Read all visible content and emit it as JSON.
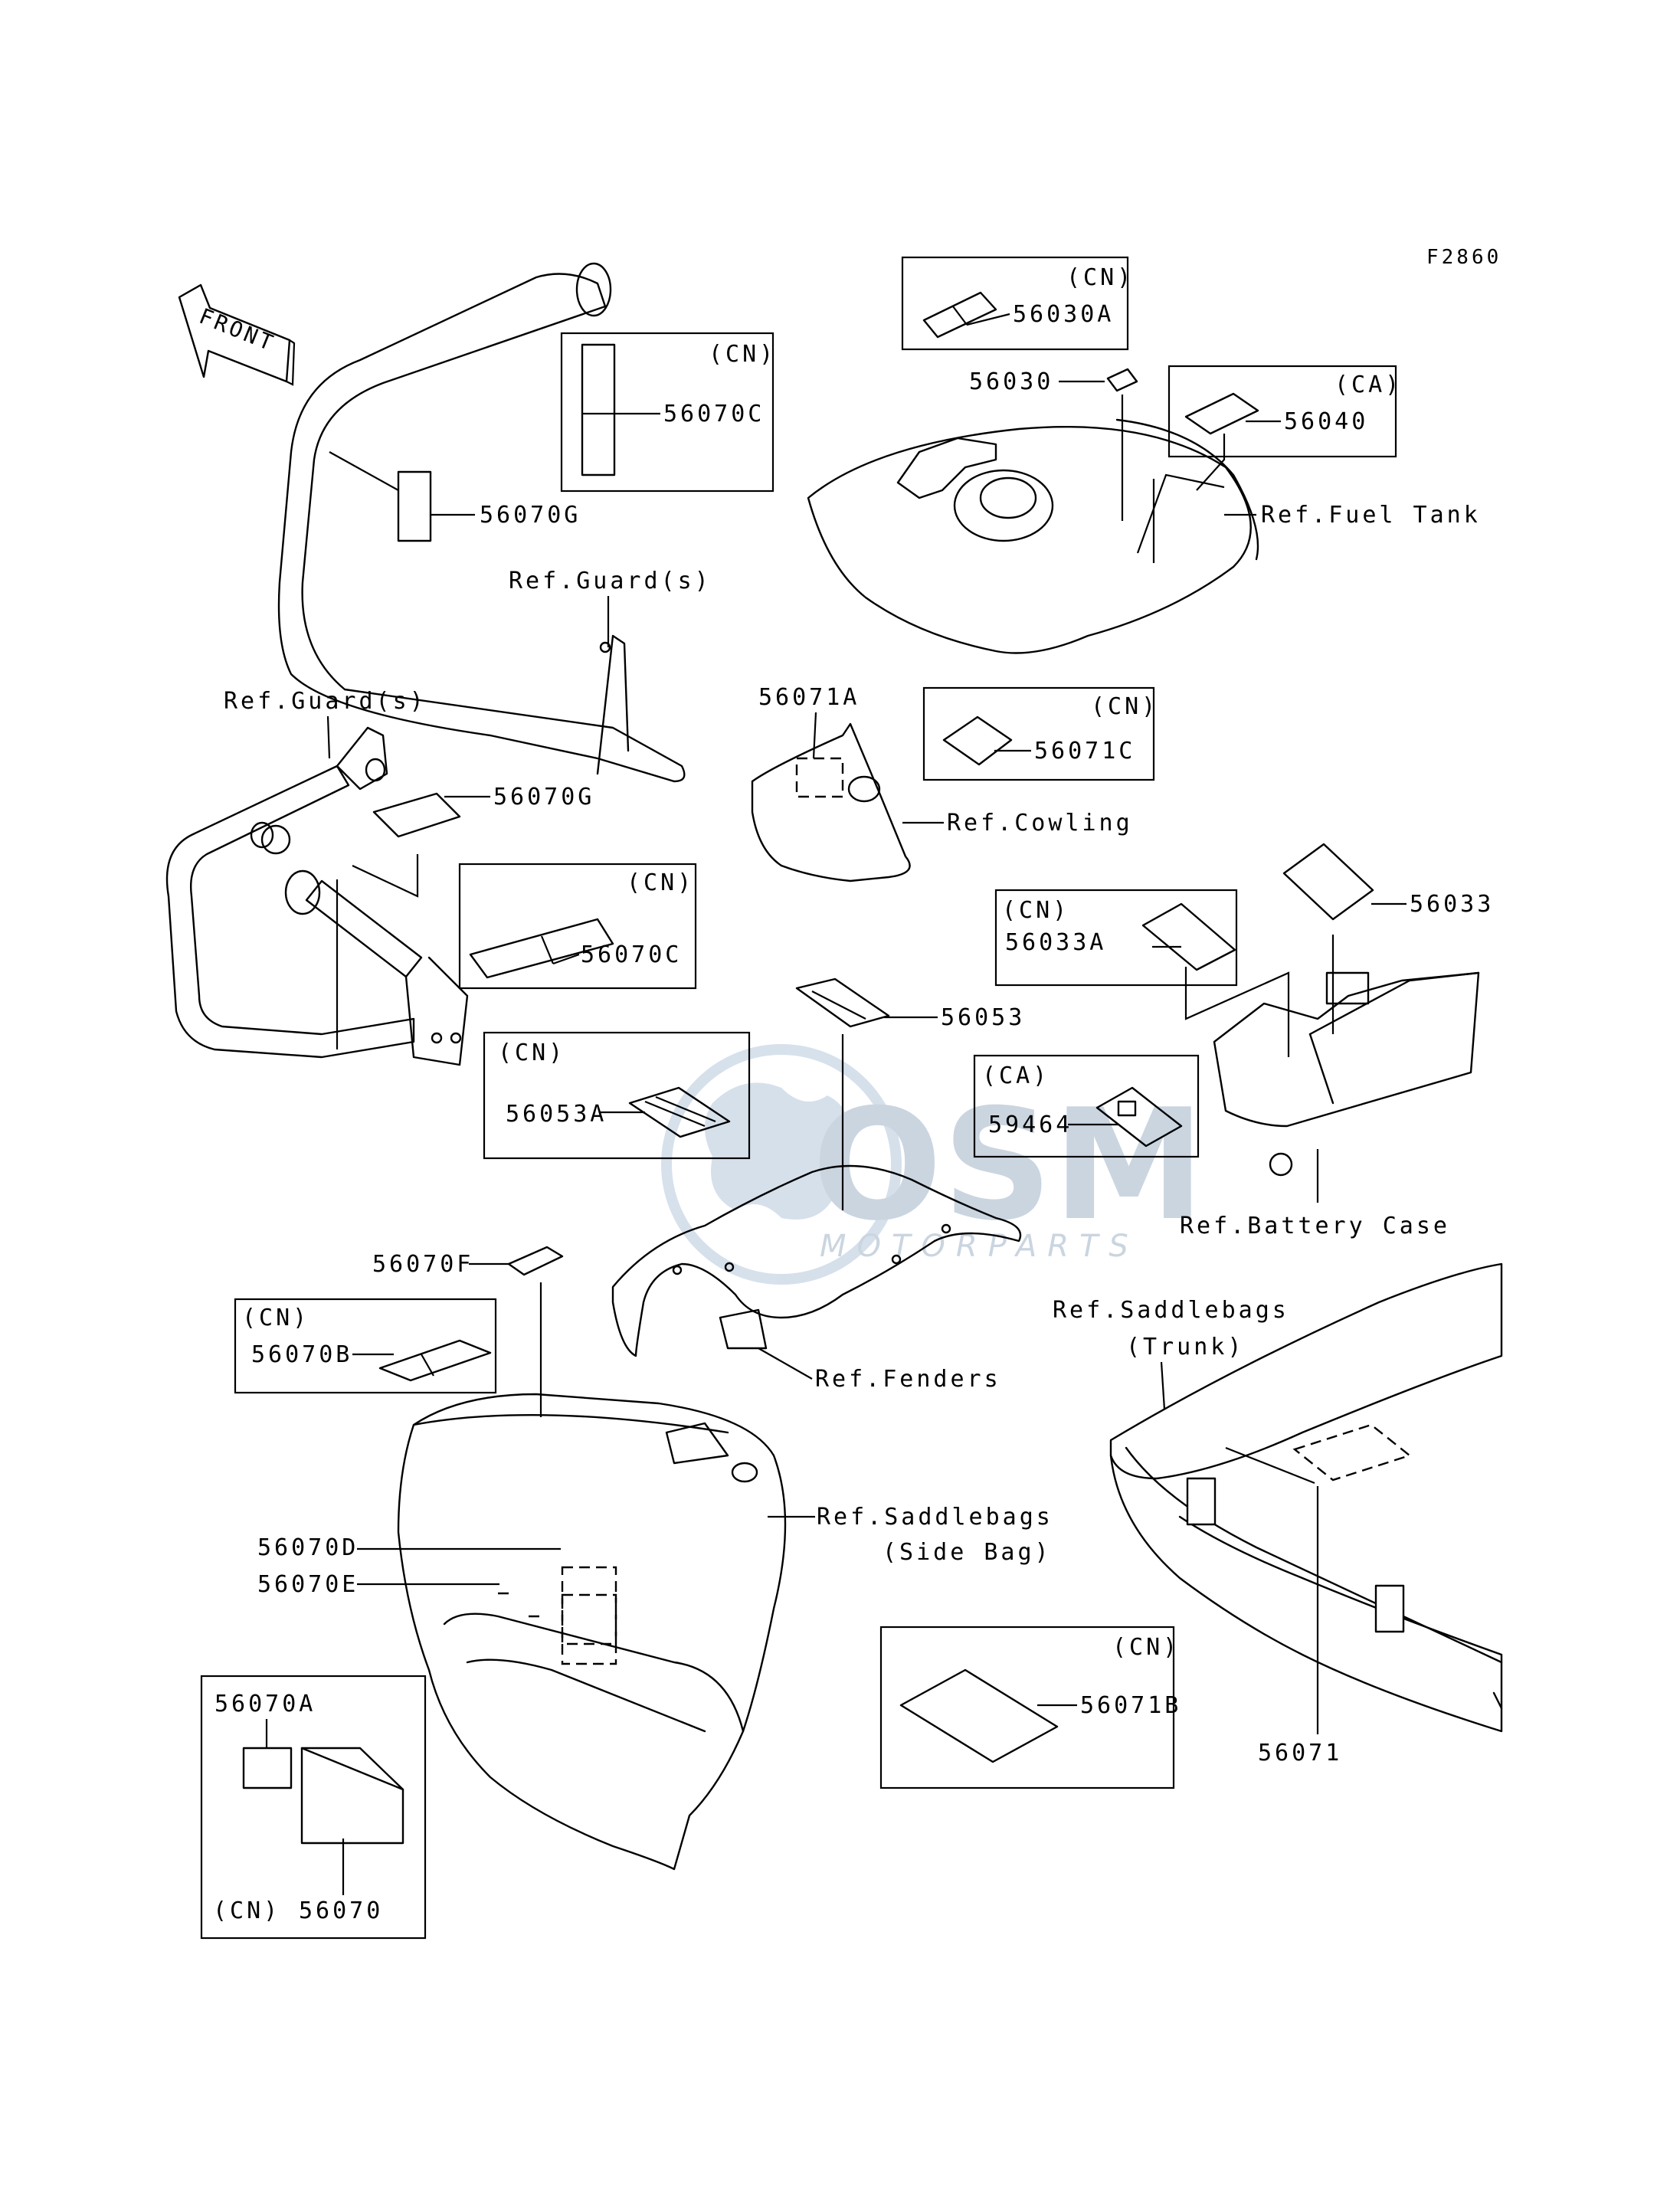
{
  "diagram_code": "F2860",
  "front_label": "FRONT",
  "watermark": {
    "brand": "OSM",
    "sub": "MOTORPARTS",
    "color": "#b5c8dc"
  },
  "boxes": {
    "b_56030A": {
      "region": "(CN)",
      "part": "56030A"
    },
    "b_56070C_top": {
      "region": "(CN)",
      "part": "56070C"
    },
    "b_56040": {
      "region": "(CA)",
      "part": "56040"
    },
    "b_56071C": {
      "region": "(CN)",
      "part": "56071C"
    },
    "b_56070C_mid": {
      "region": "(CN)",
      "part": "56070C"
    },
    "b_56033A": {
      "region": "(CN)",
      "part": "56033A"
    },
    "b_56053A": {
      "region": "(CN)",
      "part": "56053A"
    },
    "b_59464": {
      "region": "(CA)",
      "part": "59464"
    },
    "b_56070B": {
      "region": "(CN)",
      "part": "56070B"
    },
    "b_56071B": {
      "region": "(CN)",
      "part": "56071B"
    },
    "b_56070": {
      "region": "(CN)",
      "part_a": "56070A",
      "part_b": "56070"
    }
  },
  "parts": {
    "p56030": "56030",
    "p56070G_top": "56070G",
    "p56071A": "56071A",
    "p56070G_mid": "56070G",
    "p56033": "56033",
    "p56053": "56053",
    "p56070F": "56070F",
    "p56070D": "56070D",
    "p56070E": "56070E",
    "p56071": "56071"
  },
  "refs": {
    "fuel_tank": "Ref.Fuel Tank",
    "guard_top": "Ref.Guard(s)",
    "guard_left": "Ref.Guard(s)",
    "cowling": "Ref.Cowling",
    "battery_case": "Ref.Battery Case",
    "saddlebags_trunk_1": "Ref.Saddlebags",
    "saddlebags_trunk_2": "(Trunk)",
    "fenders": "Ref.Fenders",
    "saddlebags_side_1": "Ref.Saddlebags",
    "saddlebags_side_2": "(Side Bag)"
  }
}
